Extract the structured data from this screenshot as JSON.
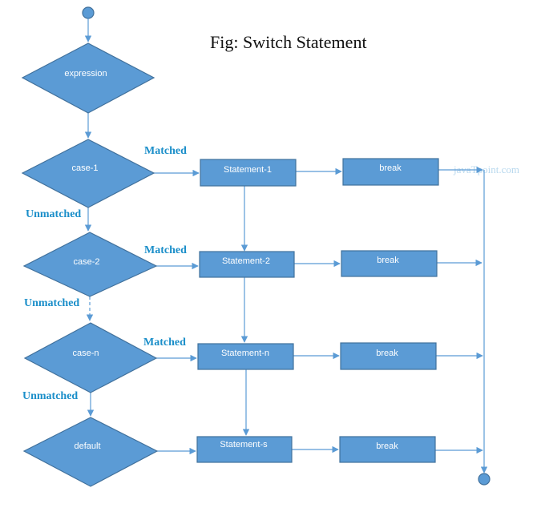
{
  "title": "Fig: Switch Statement",
  "watermark": "javaTpoint.com",
  "nodes": {
    "expression": "expression",
    "case1": "case-1",
    "case2": "case-2",
    "casen": "case-n",
    "default": "default",
    "stmt1": "Statement-1",
    "stmt2": "Statement-2",
    "stmtn": "Statement-n",
    "stmts": "Statement-s",
    "break1": "break",
    "break2": "break",
    "breakn": "break",
    "breaks": "break"
  },
  "labels": {
    "matched1": "Matched",
    "matched2": "Matched",
    "matchedn": "Matched",
    "unmatched1": "Unmatched",
    "unmatched2": "Unmatched",
    "unmatchedn": "Unmatched"
  },
  "colors": {
    "shape_fill": "#5b9bd5",
    "shape_stroke": "#41719c",
    "label": "#1a8ec9"
  }
}
